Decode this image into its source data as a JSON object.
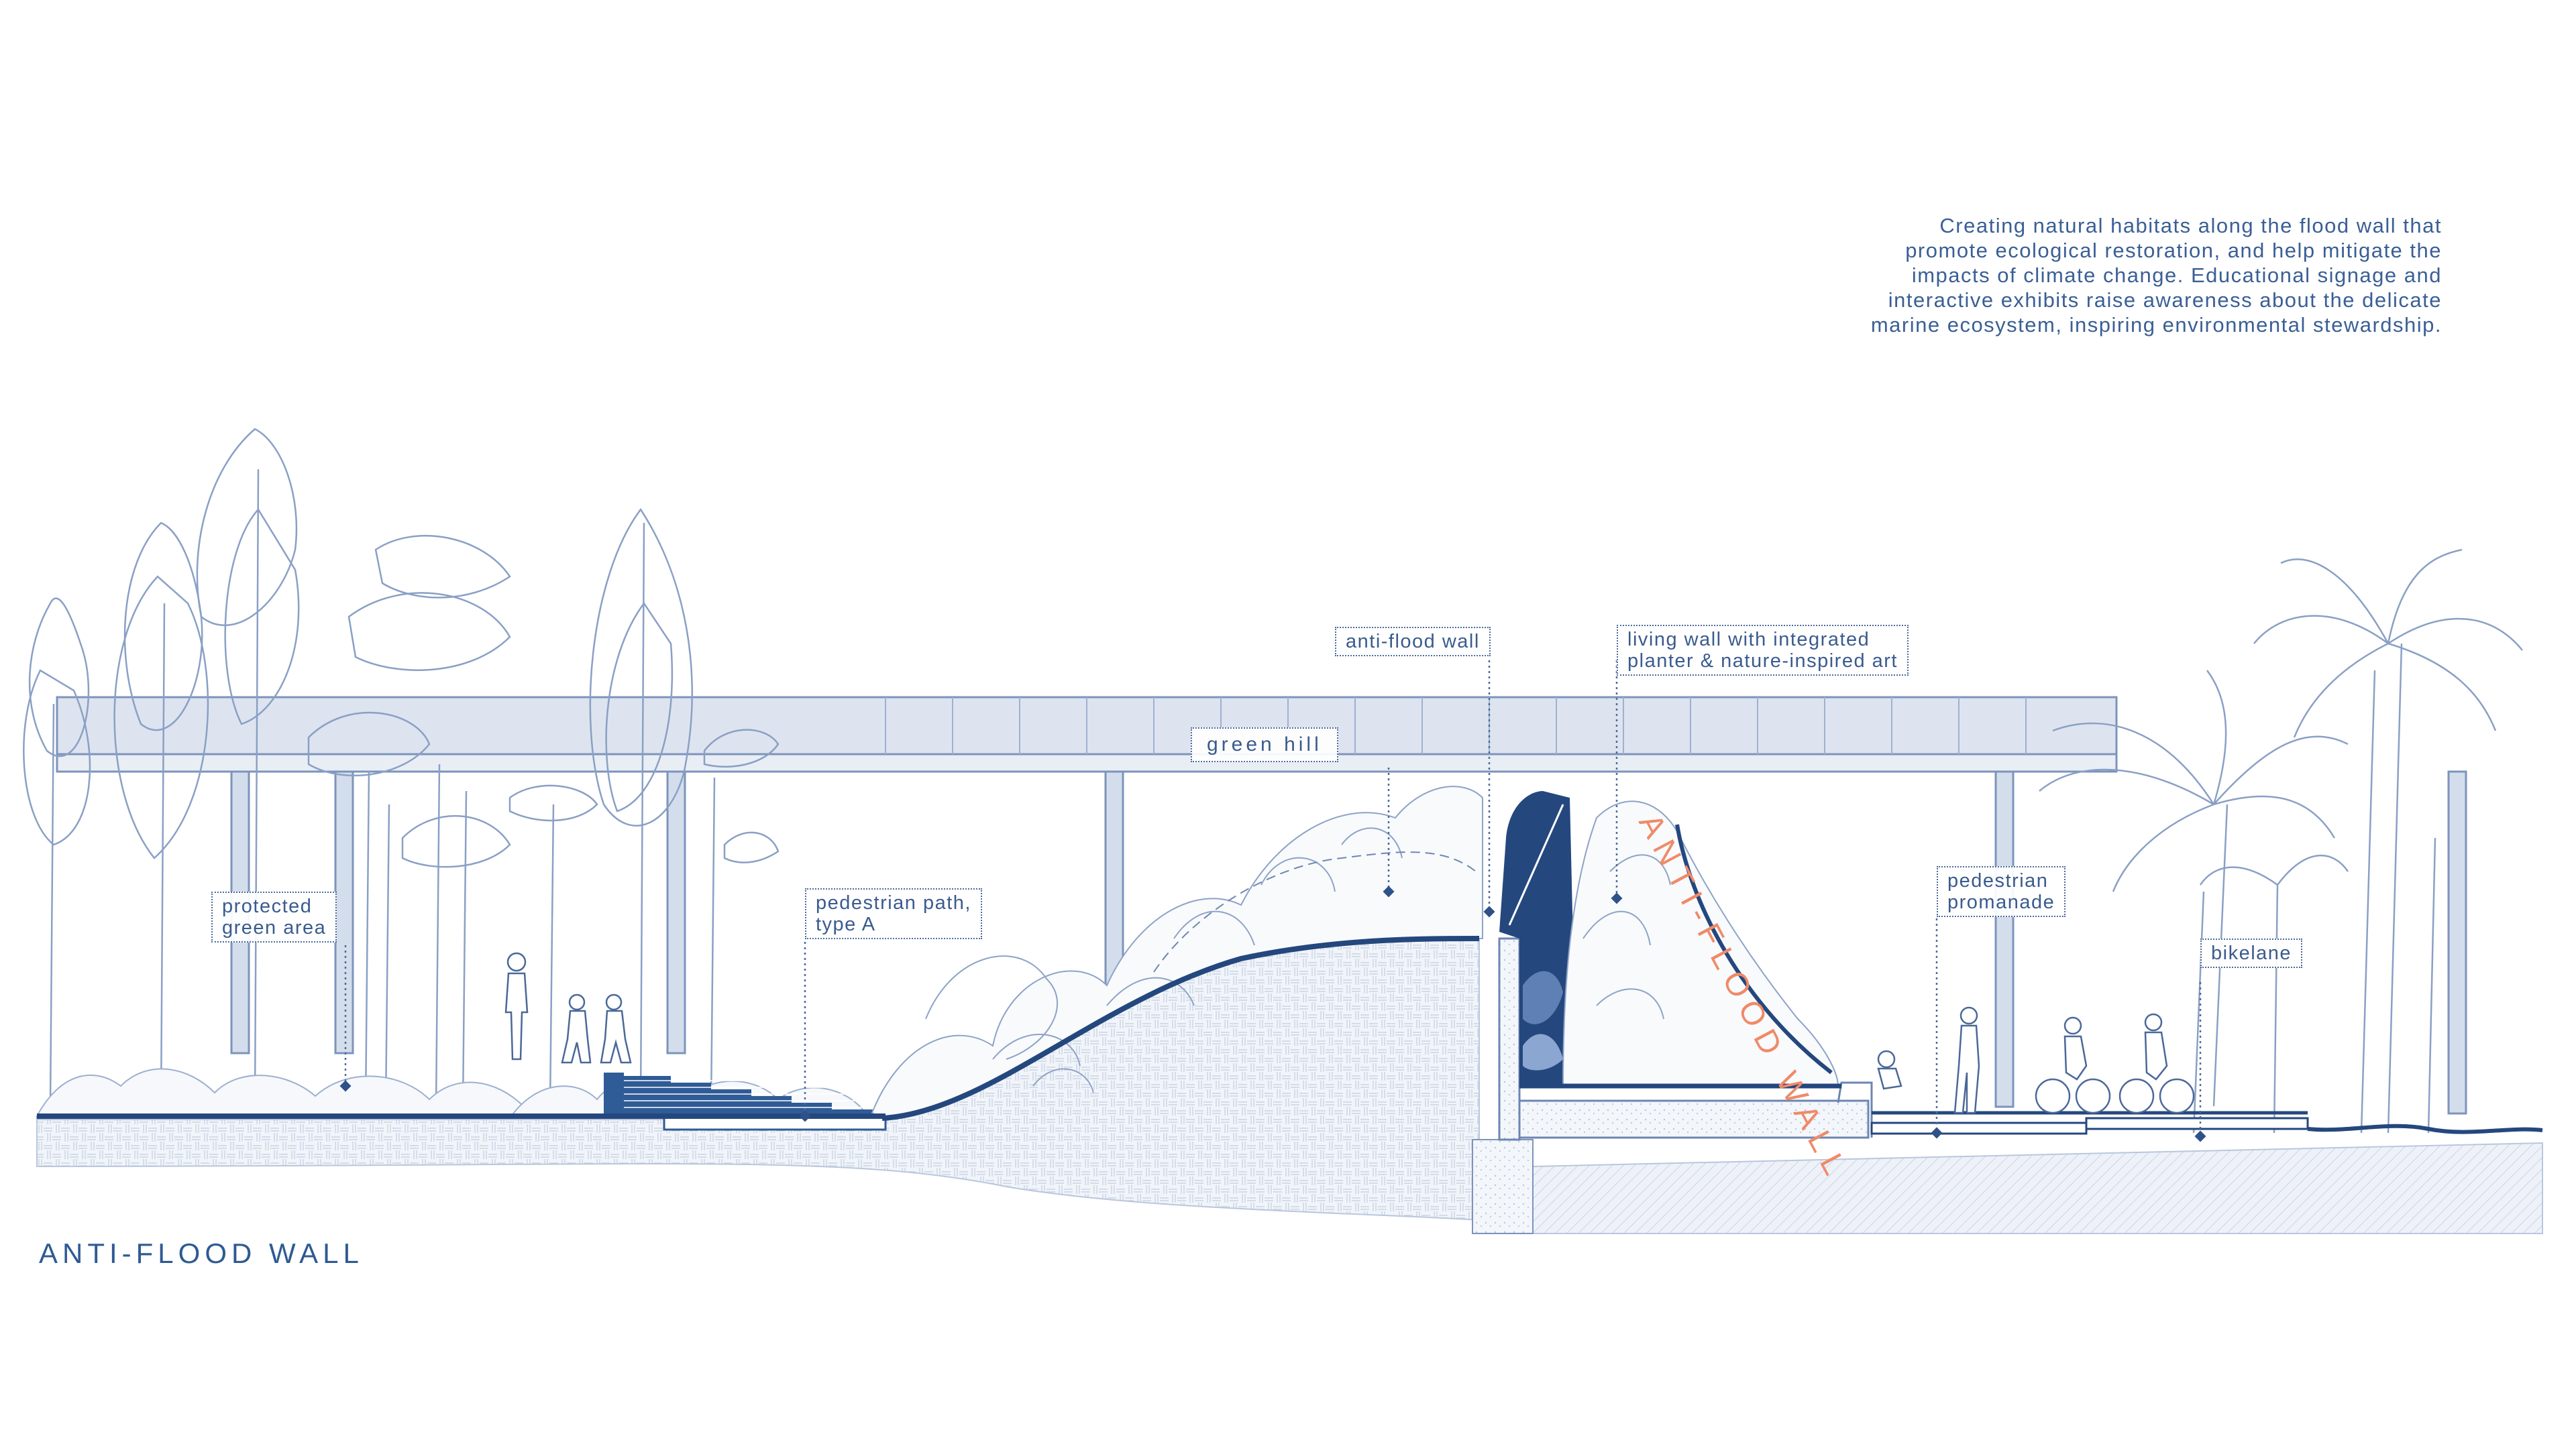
{
  "description": {
    "lines": [
      "Creating natural habitats along the flood wall that",
      "promote ecological restoration, and help mitigate the",
      "impacts of climate change. Educational signage and",
      "interactive exhibits raise awareness about the delicate",
      "marine ecosystem, inspiring environmental stewardship."
    ]
  },
  "section_title": "ANTI-FLOOD WALL",
  "wall_lettering": "ANTI-FLOOD WALL",
  "labels": {
    "protected_green_area": [
      "protected",
      "green area"
    ],
    "pedestrian_path": [
      "pedestrian path,",
      "type A"
    ],
    "green_hill": "green hill",
    "anti_flood_wall": "anti-flood wall",
    "living_wall": [
      "living wall with integrated",
      "planter & nature-inspired art"
    ],
    "pedestrian_promenade": [
      "pedestrian",
      "promanade"
    ],
    "bikelane": "bikelane"
  },
  "colors": {
    "line": "#6c86b3",
    "dark_navy": "#24477e",
    "pale_blue": "#d9e1ee",
    "accent_orange": "#f08a68"
  }
}
